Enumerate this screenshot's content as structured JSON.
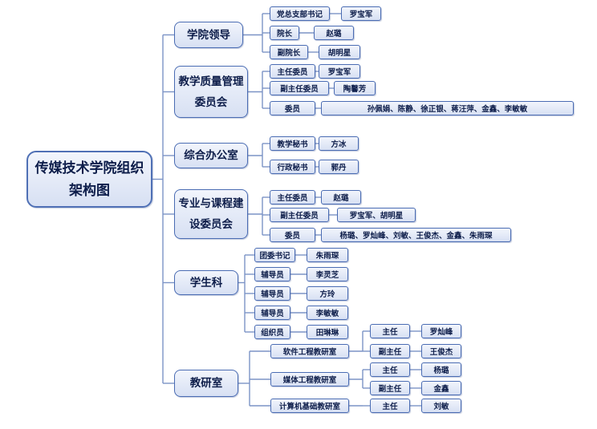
{
  "diagram": {
    "root": "传媒技术学院组织架构图",
    "colors": {
      "line": "#7c93c6",
      "border": "#4a6cb3",
      "text": "#0d1d4a"
    },
    "departments": [
      {
        "name": "学院领导",
        "rows": [
          {
            "role": "党总支部书记",
            "person": "罗宝军"
          },
          {
            "role": "院长",
            "person": "赵璐"
          },
          {
            "role": "副院长",
            "person": "胡明星"
          }
        ]
      },
      {
        "name": "教学质量管理委员会",
        "rows": [
          {
            "role": "主任委员",
            "person": "罗宝军"
          },
          {
            "role": "副主任委员",
            "person": "陶馨芳"
          },
          {
            "role": "委员",
            "person": "孙佩娟、陈静、徐正银、蒋汪萍、金鑫、李敏敏"
          }
        ]
      },
      {
        "name": "综合办公室",
        "rows": [
          {
            "role": "教学秘书",
            "person": "方冰"
          },
          {
            "role": "行政秘书",
            "person": "郭丹"
          }
        ]
      },
      {
        "name": "专业与课程建设委员会",
        "rows": [
          {
            "role": "主任委员",
            "person": "赵璐"
          },
          {
            "role": "副主任委员",
            "person": "罗宝军、胡明星"
          },
          {
            "role": "委员",
            "person": "杨璐、罗灿峰、刘敏、王俊杰、金鑫、朱雨琛"
          }
        ]
      },
      {
        "name": "学生科",
        "rows": [
          {
            "role": "团委书记",
            "person": "朱雨琛"
          },
          {
            "role": "辅导员",
            "person": "李灵芝"
          },
          {
            "role": "辅导员",
            "person": "方玲"
          },
          {
            "role": "辅导员",
            "person": "李敏敏"
          },
          {
            "role": "组织员",
            "person": "田琳琳"
          }
        ]
      },
      {
        "name": "教研室",
        "groups": [
          {
            "name": "软件工程教研室",
            "rows": [
              {
                "role": "主任",
                "person": "罗灿峰"
              },
              {
                "role": "副主任",
                "person": "王俊杰"
              }
            ]
          },
          {
            "name": "媒体工程教研室",
            "rows": [
              {
                "role": "主任",
                "person": "杨璐"
              },
              {
                "role": "副主任",
                "person": "金鑫"
              }
            ]
          },
          {
            "name": "计算机基础教研室",
            "rows": [
              {
                "role": "主任",
                "person": "刘敏"
              }
            ]
          }
        ]
      }
    ]
  }
}
